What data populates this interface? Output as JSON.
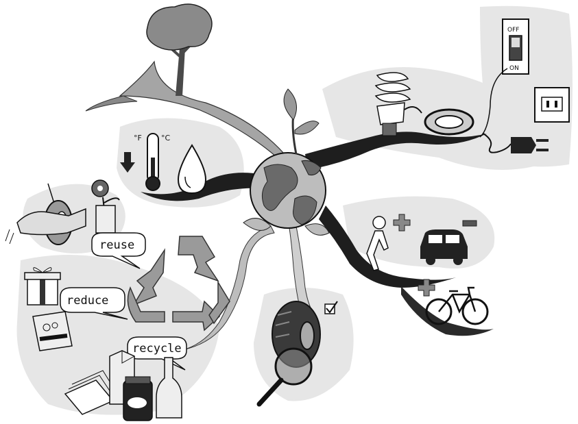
{
  "bubbles": {
    "reuse": "reuse",
    "reduce": "reduce",
    "recycle": "recycle"
  },
  "light_switch": {
    "top": "OFF",
    "bottom": "ON"
  },
  "thermometer": {
    "left_unit": "°F",
    "right_unit": "°C"
  },
  "colors": {
    "ink": "#111111",
    "branch": "#2a2a2a",
    "branch_light": "#9a9a9a",
    "blob": "#e4e4e4",
    "globe_water": "#bdbdbd",
    "globe_land": "#6a6a6a"
  },
  "icons": [
    "tree-icon",
    "globe-icon",
    "sprout-icon",
    "thermometer-icon",
    "water-drop-icon",
    "down-arrow-icon",
    "light-switch-icon",
    "power-outlet-icon",
    "plug-icon",
    "cfl-bulb-icon",
    "cable-coil-icon",
    "pedestrian-icon",
    "car-icon",
    "bicycle-icon",
    "plus-icon",
    "minus-icon",
    "recycle-symbol-icon",
    "tire-swing-icon",
    "flower-pot-icon",
    "gift-box-icon",
    "bag-icon",
    "milk-carton-icon",
    "jar-icon",
    "bottle-icon",
    "paper-stack-icon",
    "tire-icon",
    "magnifier-icon",
    "check-icon"
  ]
}
